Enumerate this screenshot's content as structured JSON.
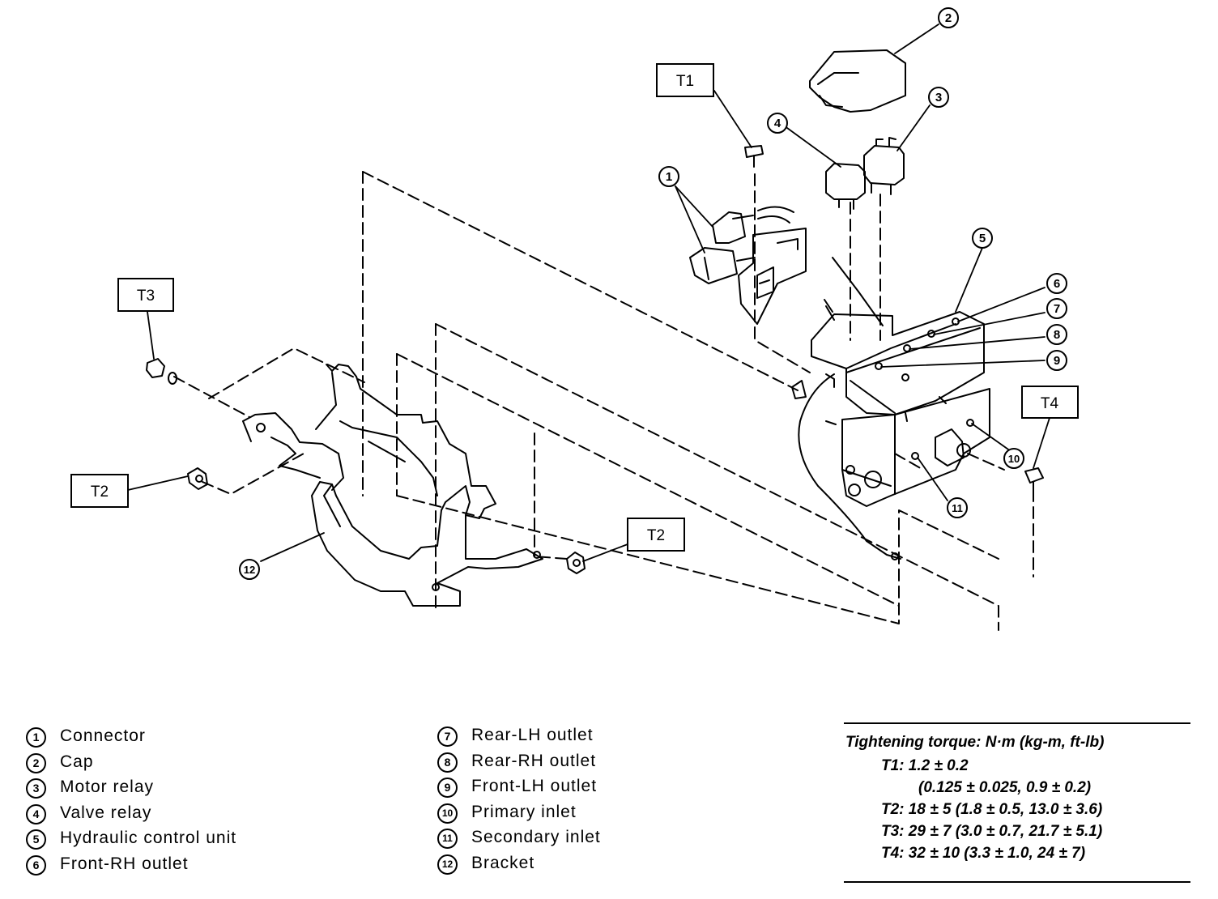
{
  "callouts": {
    "n1": "1",
    "n2": "2",
    "n3": "3",
    "n4": "4",
    "n5": "5",
    "n6": "6",
    "n7": "7",
    "n8": "8",
    "n9": "9",
    "n10": "10",
    "n11": "11",
    "n12": "12"
  },
  "torque_tags": {
    "t1": "T1",
    "t2a": "T2",
    "t2b": "T2",
    "t3": "T3",
    "t4": "T4"
  },
  "legend_left": [
    {
      "num": "1",
      "label": "Connector"
    },
    {
      "num": "2",
      "label": "Cap"
    },
    {
      "num": "3",
      "label": "Motor relay"
    },
    {
      "num": "4",
      "label": "Valve relay"
    },
    {
      "num": "5",
      "label": "Hydraulic control unit"
    },
    {
      "num": "6",
      "label": "Front-RH outlet"
    }
  ],
  "legend_right": [
    {
      "num": "7",
      "label": "Rear-LH outlet"
    },
    {
      "num": "8",
      "label": "Rear-RH outlet"
    },
    {
      "num": "9",
      "label": "Front-LH outlet"
    },
    {
      "num": "10",
      "label": "Primary inlet"
    },
    {
      "num": "11",
      "label": "Secondary inlet"
    },
    {
      "num": "12",
      "label": "Bracket"
    }
  ],
  "torque_spec": {
    "heading": "Tightening torque: N·m (kg-m, ft-lb)",
    "t1": "T1: 1.2 ± 0.2",
    "t1_b": "(0.125 ± 0.025, 0.9 ± 0.2)",
    "t2": "T2: 18 ± 5 (1.8 ± 0.5, 13.0 ± 3.6)",
    "t3": "T3: 29 ± 7 (3.0 ± 0.7, 21.7 ± 5.1)",
    "t4": "T4: 32 ± 10 (3.3 ± 1.0, 24 ± 7)"
  }
}
